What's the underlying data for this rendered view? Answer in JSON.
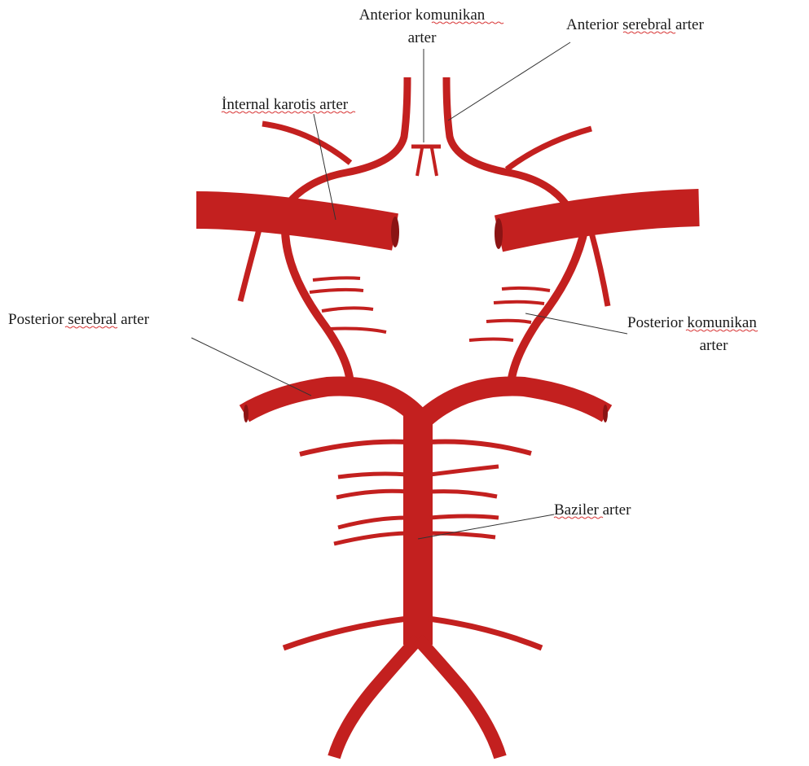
{
  "colors": {
    "artery": "#c3201f",
    "artery_dark": "#8b1414",
    "text": "#1a1a1a",
    "leader": "#333333",
    "spellcheck_underline": "#d93a3a"
  },
  "labels": {
    "anterior_komunikan": {
      "line1": "Anterior komunikan",
      "line2": "arter"
    },
    "anterior_serebral": {
      "text": "Anterior serebral arter"
    },
    "internal_karotis": {
      "text": "İnternal karotis arter"
    },
    "posterior_serebral": {
      "text": "Posterior serebral arter"
    },
    "posterior_komunikan": {
      "line1": "Posterior komunikan",
      "line2": "arter"
    },
    "baziler": {
      "text": "Baziler arter"
    }
  }
}
